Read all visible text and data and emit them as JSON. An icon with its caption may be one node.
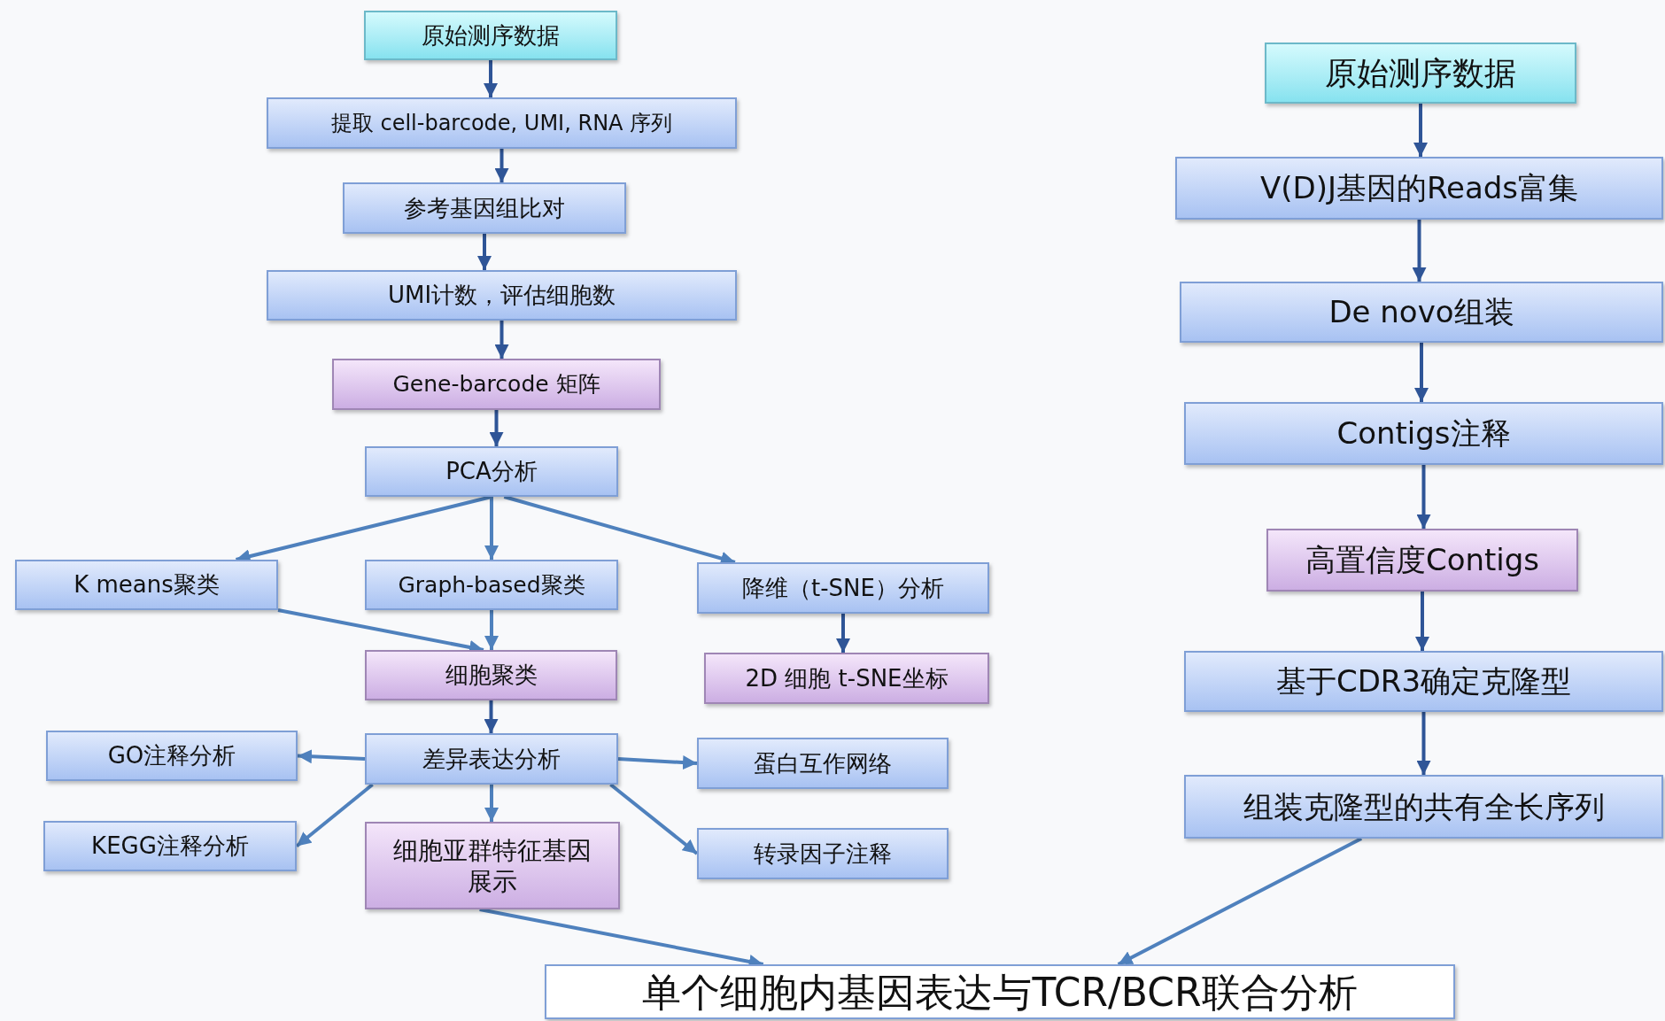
{
  "diagram": {
    "nodes": [
      {
        "text": [
          "原始测序数据"
        ]
      },
      {
        "text": [
          "提取 cell-barcode, UMI, RNA 序列"
        ]
      },
      {
        "text": [
          "参考基因组比对"
        ]
      },
      {
        "text": [
          "UMI计数，评估细胞数"
        ]
      },
      {
        "text": [
          "Gene-barcode 矩阵"
        ]
      },
      {
        "text": [
          "PCA分析"
        ]
      },
      {
        "text": [
          "K means聚类"
        ]
      },
      {
        "text": [
          "Graph-based聚类"
        ]
      },
      {
        "text": [
          "降维（t-SNE）分析"
        ]
      },
      {
        "text": [
          "细胞聚类"
        ]
      },
      {
        "text": [
          "2D 细胞 t-SNE坐标"
        ]
      },
      {
        "text": [
          "GO注释分析"
        ]
      },
      {
        "text": [
          "差异表达分析"
        ]
      },
      {
        "text": [
          "蛋白互作网络"
        ]
      },
      {
        "text": [
          "KEGG注释分析"
        ]
      },
      {
        "text": [
          "细胞亚群特征基因展示"
        ]
      },
      {
        "text": [
          "转录因子注释"
        ]
      },
      {
        "text": [
          "原始测序数据"
        ]
      },
      {
        "text": [
          "V(D)J基因的Reads富集"
        ]
      },
      {
        "text": [
          "De novo组装"
        ]
      },
      {
        "text": [
          "Contigs注释"
        ]
      },
      {
        "text": [
          "高置信度Contigs"
        ]
      },
      {
        "text": [
          "基于CDR3确定克隆型"
        ]
      },
      {
        "text": [
          "组装克隆型的共有全长序列"
        ]
      },
      {
        "text": [
          "单个细胞内基因表达与TCR/BCR联合分析"
        ]
      }
    ],
    "edges": [
      {
        "from": 0,
        "to": 1,
        "arrow": "to",
        "color": "#2f5597"
      },
      {
        "from": 1,
        "to": 2,
        "arrow": "to",
        "color": "#2f5597"
      },
      {
        "from": 2,
        "to": 3,
        "arrow": "to",
        "color": "#2f5597"
      },
      {
        "from": 3,
        "to": 4,
        "arrow": "to",
        "color": "#2f5597"
      },
      {
        "from": 4,
        "to": 5,
        "arrow": "to",
        "color": "#2f5597"
      },
      {
        "from": 5,
        "to": 6,
        "arrow": "to"
      },
      {
        "from": 5,
        "to": 7,
        "arrow": "to"
      },
      {
        "from": 5,
        "to": 8,
        "arrow": "to"
      },
      {
        "from": 6,
        "to": 9,
        "arrow": "to"
      },
      {
        "from": 7,
        "to": 9,
        "arrow": "to"
      },
      {
        "from": 8,
        "to": 10,
        "arrow": "to",
        "color": "#2f5597"
      },
      {
        "from": 9,
        "to": 12,
        "arrow": "to",
        "color": "#2f5597"
      },
      {
        "from": 12,
        "to": 11,
        "arrow": "to"
      },
      {
        "from": 12,
        "to": 13,
        "arrow": "to"
      },
      {
        "from": 12,
        "to": 14,
        "arrow": "to"
      },
      {
        "from": 12,
        "to": 15,
        "arrow": "to"
      },
      {
        "from": 12,
        "to": 16,
        "arrow": "to"
      },
      {
        "from": 15,
        "to": 24,
        "arrow": "to"
      },
      {
        "from": 23,
        "to": 24,
        "arrow": "to"
      },
      {
        "from": 17,
        "to": 18,
        "arrow": "to",
        "color": "#2f5597"
      },
      {
        "from": 18,
        "to": 19,
        "arrow": "to",
        "color": "#2f5597"
      },
      {
        "from": 19,
        "to": 20,
        "arrow": "to",
        "color": "#2f5597"
      },
      {
        "from": 20,
        "to": 21,
        "arrow": "to",
        "color": "#2f5597"
      },
      {
        "from": 21,
        "to": 22,
        "arrow": "to",
        "color": "#2f5597"
      },
      {
        "from": 22,
        "to": 23,
        "arrow": "to",
        "color": "#2f5597"
      }
    ]
  }
}
